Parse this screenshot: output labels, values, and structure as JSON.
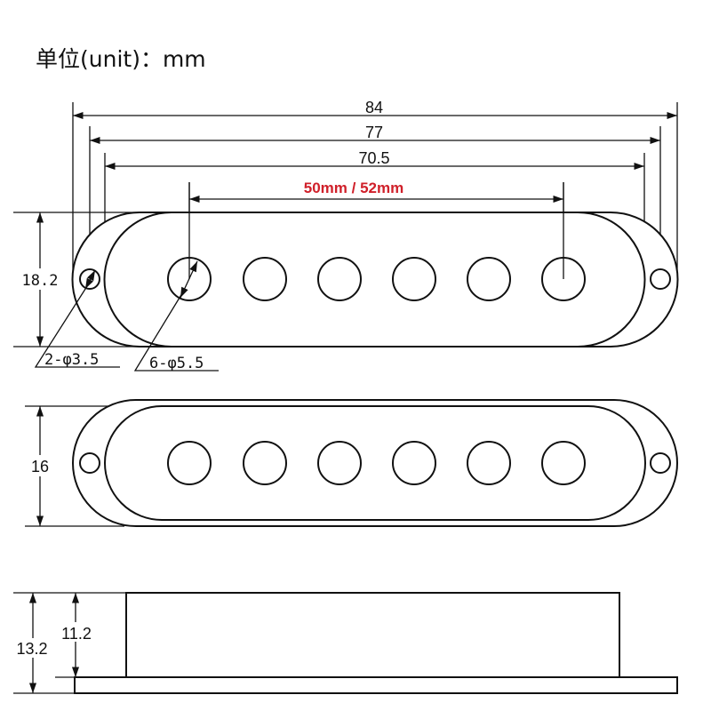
{
  "title": "单位(unit)：mm",
  "top_view": {
    "dim_overall": "84",
    "dim_mount_holes": "77",
    "dim_cover": "70.5",
    "dim_pole_spacing": "50mm / 52mm",
    "dim_height": "18.2",
    "mount_hole_note": "2-φ3.5",
    "pole_hole_note": "6-φ5.5"
  },
  "middle_view": {
    "dim_height": "16"
  },
  "side_view": {
    "dim_total_height": "13.2",
    "dim_cover_height": "11.2"
  },
  "colors": {
    "highlight": "#d0202a",
    "line": "#111111"
  }
}
